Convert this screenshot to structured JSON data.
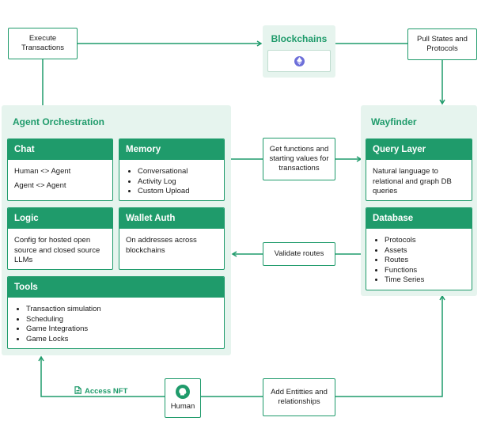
{
  "execute_transactions": "Execute Transactions",
  "blockchains": {
    "title": "Blockchains",
    "icon": "ethereum-icon"
  },
  "pull_states": "Pull States and Protocols",
  "agent_orchestration": {
    "title": "Agent Orchestration",
    "chat": {
      "title": "Chat",
      "lines": [
        "Human <> Agent",
        "Agent <> Agent"
      ]
    },
    "memory": {
      "title": "Memory",
      "items": [
        "Conversational",
        "Activity Log",
        "Custom Upload"
      ]
    },
    "logic": {
      "title": "Logic",
      "text": "Config for hosted open source and closed source LLMs"
    },
    "wallet_auth": {
      "title": "Wallet Auth",
      "text": "On addresses across blockchains"
    },
    "tools": {
      "title": "Tools",
      "items": [
        "Transaction simulation",
        "Scheduling",
        "Game Integrations",
        "Game Locks"
      ]
    }
  },
  "wayfinder": {
    "title": "Wayfinder",
    "query_layer": {
      "title": "Query Layer",
      "text": "Natural language to relational and graph DB queries"
    },
    "database": {
      "title": "Database",
      "items": [
        "Protocols",
        "Assets",
        "Routes",
        "Functions",
        "Time Series"
      ]
    }
  },
  "get_functions": "Get functions and starting values for transactions",
  "validate_routes": "Validate routes",
  "access_nft": "Access NFT",
  "human": {
    "label": "Human",
    "icon": "human-head-icon"
  },
  "add_entities": "Add Entitties and relationships",
  "colors": {
    "accent": "#1f9b6b",
    "panel": "#e6f4ee"
  }
}
